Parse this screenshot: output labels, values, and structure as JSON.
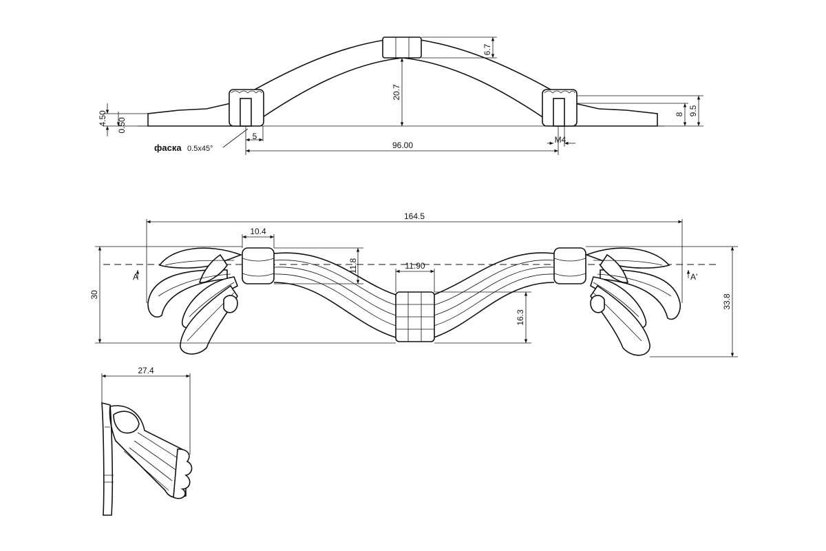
{
  "colors": {
    "line": "#111111",
    "background": "#ffffff"
  },
  "side_view": {
    "dim_total_height": "6.7",
    "dim_arch_height": "20.7",
    "dim_left_base": "4.50",
    "dim_left_plate": "0.50",
    "dim_post_width": "5",
    "dim_center_distance": "96.00",
    "dim_thread": "M4",
    "dim_end_height_a": "8",
    "dim_end_height_b": "9.5",
    "chamfer_label": "фаска",
    "chamfer_value": "0.5x45°"
  },
  "top_view": {
    "dim_total_length": "164.5",
    "dim_post_block_width": "10.4",
    "dim_post_block_height": "11.8",
    "dim_center_block_width": "11.90",
    "dim_center_height": "16.3",
    "dim_width_left": "30",
    "dim_width_right": "33.8",
    "section_left": "A",
    "section_right": "A'"
  },
  "end_view": {
    "dim_depth": "27.4"
  }
}
